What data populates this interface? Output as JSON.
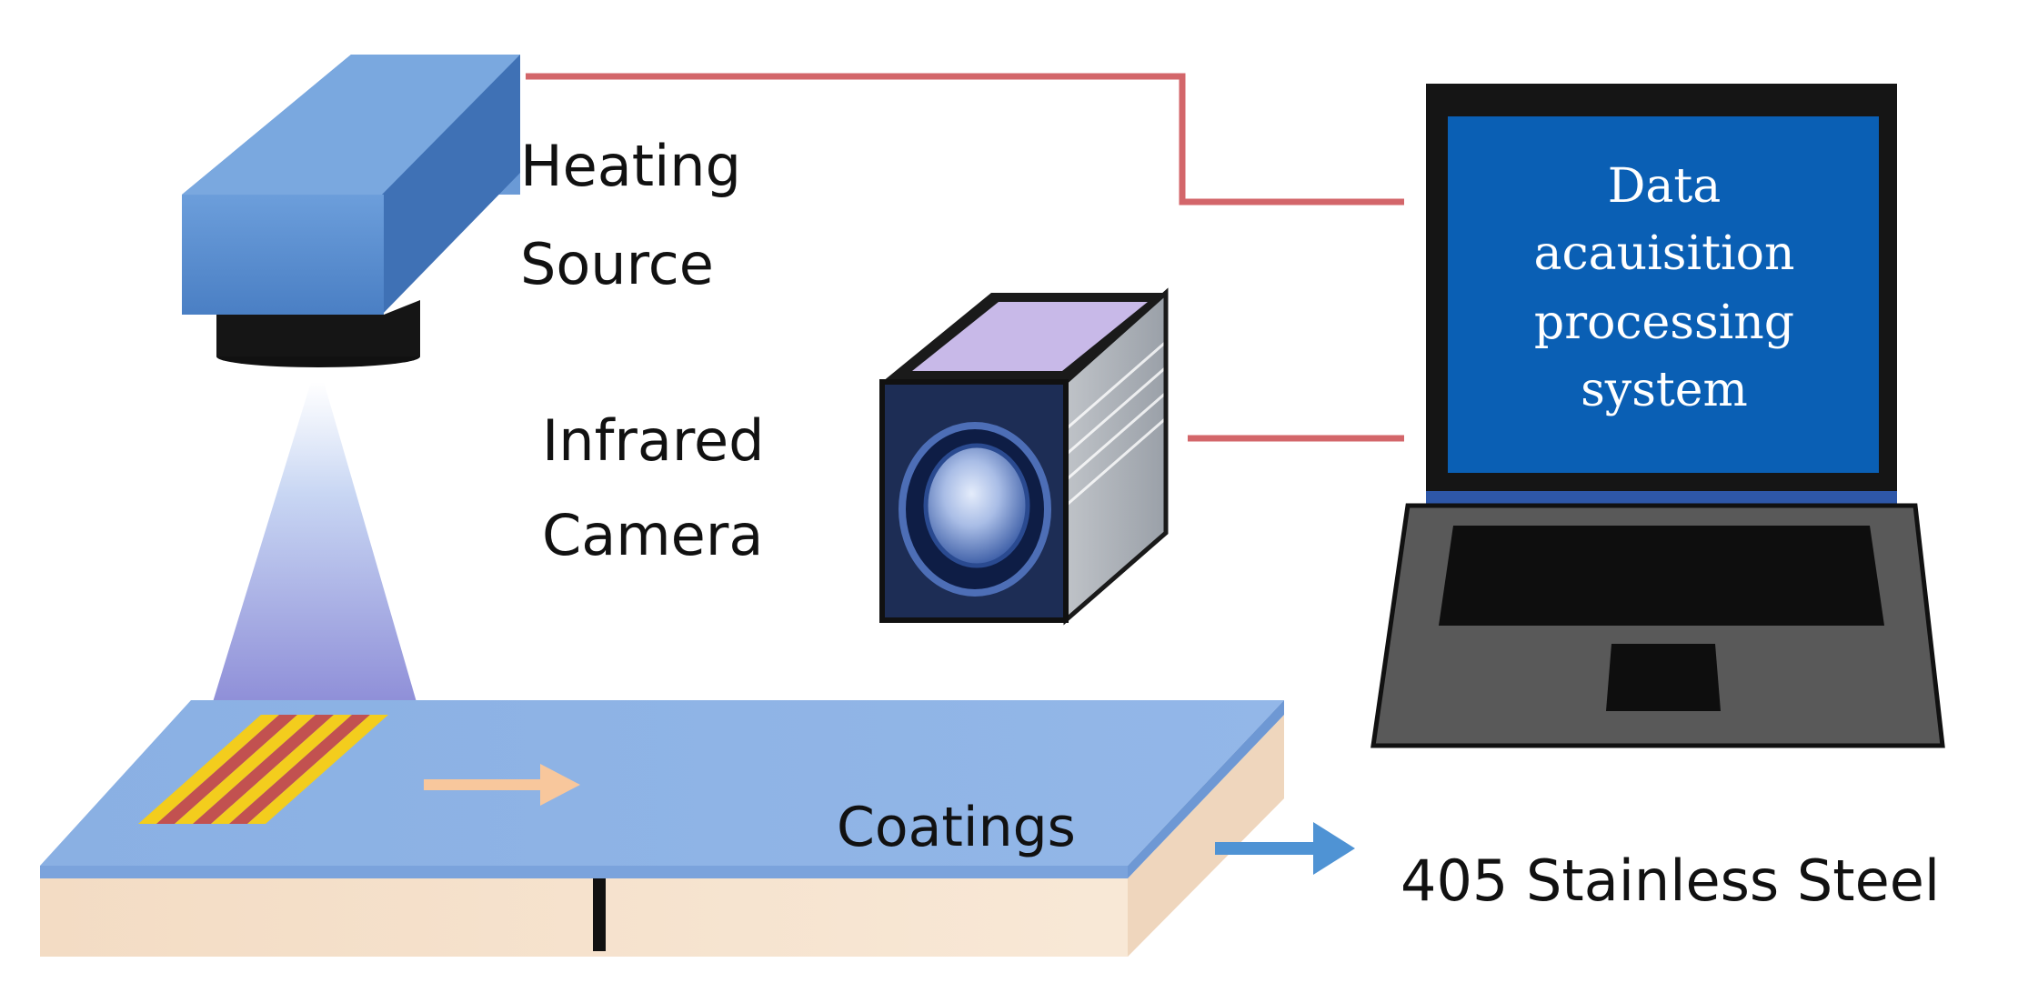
{
  "labels": {
    "heating_source": [
      "Heating",
      "Source"
    ],
    "infrared_camera": [
      "Infrared",
      "Camera"
    ],
    "coatings": "Coatings",
    "substrate": "405 Stainless Steel"
  },
  "laptop_screen": {
    "lines": [
      "Data",
      "acauisition",
      "processing",
      "system"
    ]
  },
  "colors": {
    "heater_blue": "#5b8ed0",
    "plate_top": "#8fb4e6",
    "plate_side": "#f7e2cc",
    "wire_red": "#d3666a",
    "screen_blue": "#0a5fb4",
    "laptop_body": "#585858",
    "stripe_yellow": "#f3cd1d",
    "stripe_red": "#c25150",
    "arrow_orange": "#f8c79c",
    "arrow_blue": "#4f93d4"
  }
}
